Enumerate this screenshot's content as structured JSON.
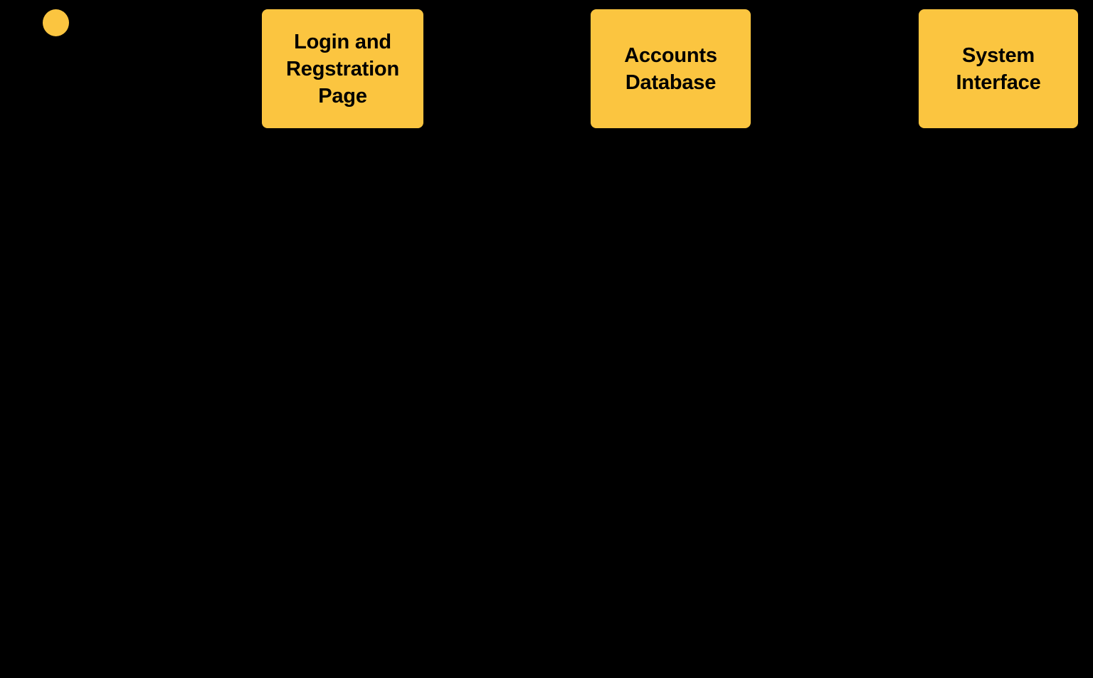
{
  "diagram": {
    "background_color": "#000000",
    "node_fill_color": "#fbc540",
    "node_text_color": "#000000",
    "actor": {
      "name": "actor-head-dot",
      "shape": "circle",
      "color": "#fbc540"
    },
    "nodes": [
      {
        "id": "login-registration-page",
        "label": "Login and\nRegstration\nPage",
        "shape": "rounded-rectangle"
      },
      {
        "id": "accounts-database",
        "label": "Accounts\nDatabase",
        "shape": "rounded-rectangle"
      },
      {
        "id": "system-interface",
        "label": "System\nInterface",
        "shape": "rounded-rectangle"
      }
    ]
  }
}
